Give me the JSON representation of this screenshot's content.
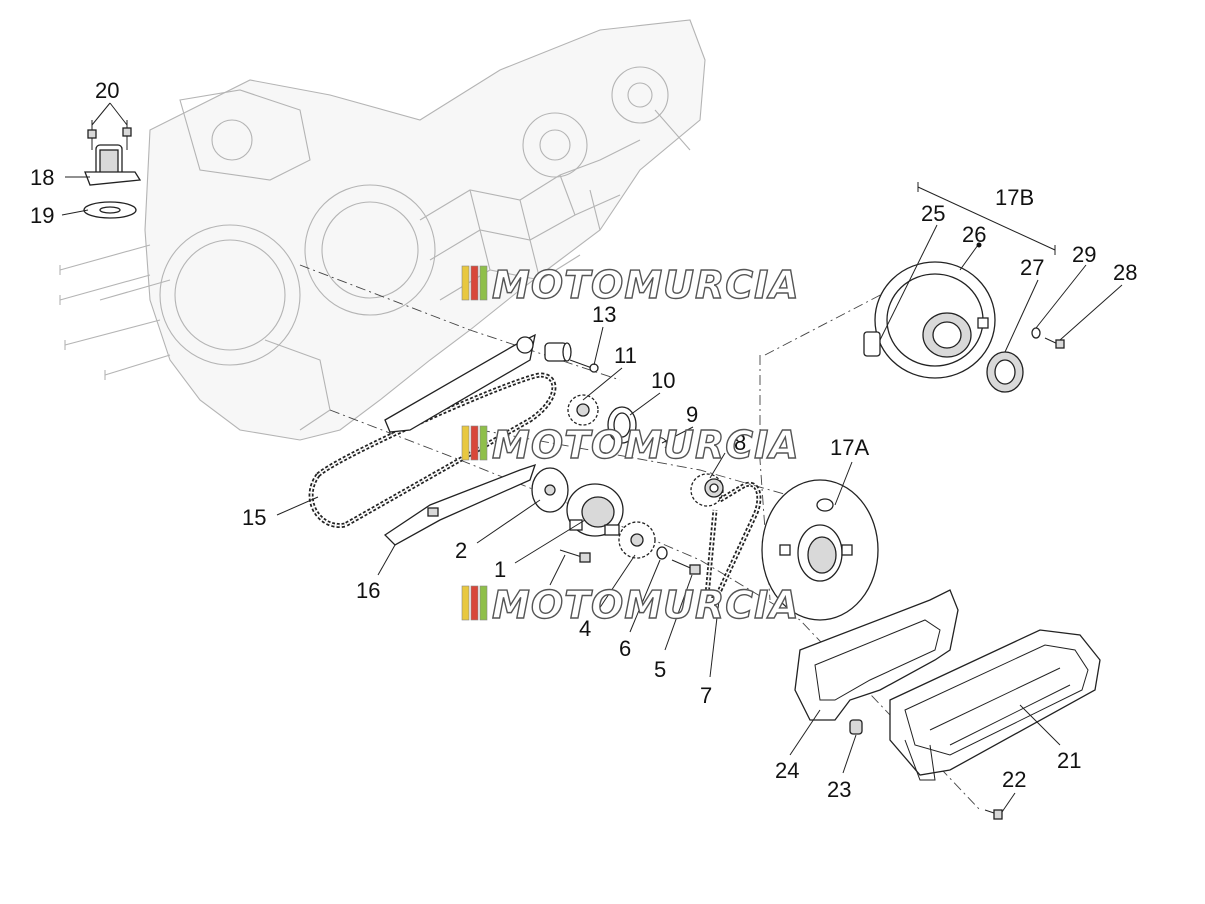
{
  "watermark": {
    "text": "MOTOMURCIA",
    "stripe_colors": [
      "#e8c840",
      "#d8473a",
      "#8fbf4a"
    ]
  },
  "callouts": [
    {
      "id": "20"
    },
    {
      "id": "18"
    },
    {
      "id": "19"
    },
    {
      "id": "13"
    },
    {
      "id": "11"
    },
    {
      "id": "10"
    },
    {
      "id": "9"
    },
    {
      "id": "8"
    },
    {
      "id": "15"
    },
    {
      "id": "2"
    },
    {
      "id": "1"
    },
    {
      "id": "16"
    },
    {
      "id": "4"
    },
    {
      "id": "6"
    },
    {
      "id": "5"
    },
    {
      "id": "7"
    },
    {
      "id": "17A"
    },
    {
      "id": "17B"
    },
    {
      "id": "25"
    },
    {
      "id": "26"
    },
    {
      "id": "27"
    },
    {
      "id": "29"
    },
    {
      "id": "28"
    },
    {
      "id": "24"
    },
    {
      "id": "23"
    },
    {
      "id": "22"
    },
    {
      "id": "21"
    }
  ]
}
